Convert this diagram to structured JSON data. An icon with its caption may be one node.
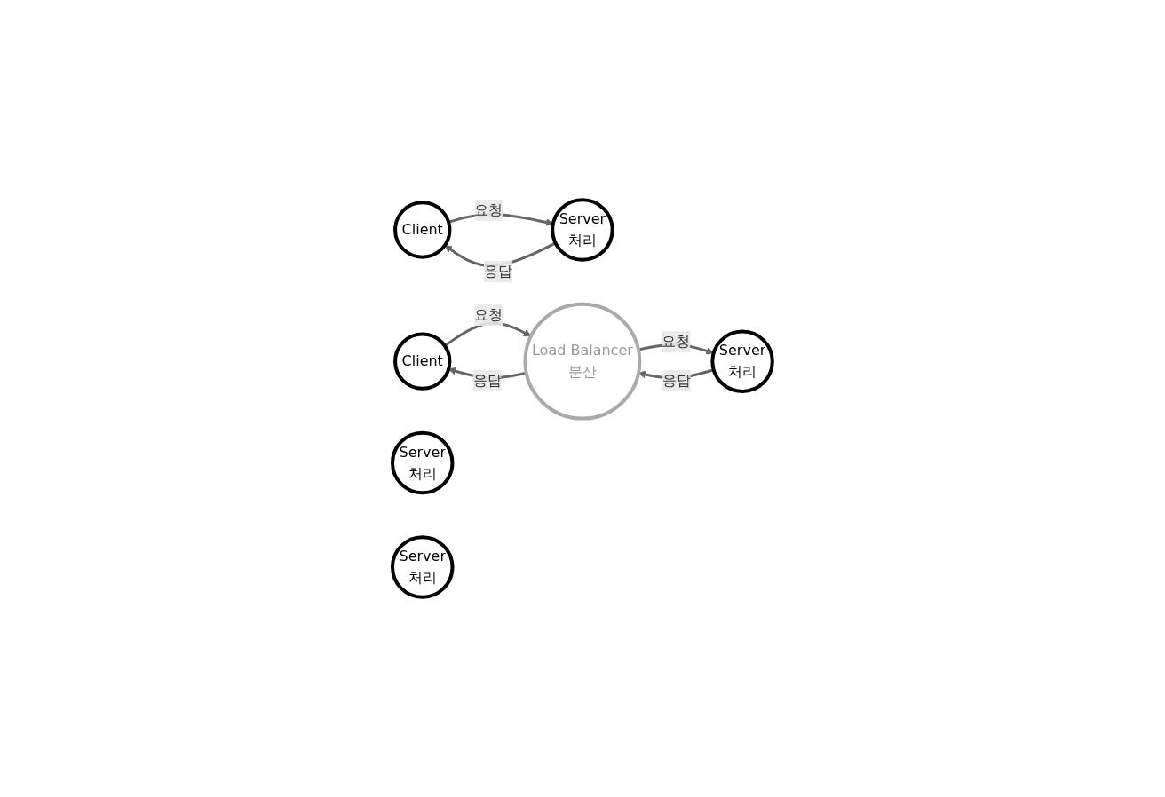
{
  "diagram": {
    "nodes": [
      {
        "text": [
          "Client"
        ]
      },
      {
        "text": [
          "Server",
          "처리"
        ]
      },
      {
        "text": [
          "Client"
        ]
      },
      {
        "text": [
          "Load Balancer",
          "분산"
        ]
      },
      {
        "text": [
          "Server",
          "처리"
        ]
      },
      {
        "text": [
          "Server",
          "처리"
        ]
      },
      {
        "text": [
          "Server",
          "처리"
        ]
      }
    ],
    "edges": [
      {
        "from": 0,
        "to": 1,
        "arrow": "to",
        "label": "요청"
      },
      {
        "from": 1,
        "to": 0,
        "arrow": "to",
        "label": "응답"
      },
      {
        "from": 2,
        "to": 3,
        "arrow": "to",
        "label": "요청"
      },
      {
        "from": 3,
        "to": 2,
        "arrow": "to",
        "label": "응답"
      },
      {
        "from": 3,
        "to": 5,
        "arrow": "to",
        "label": "요청"
      },
      {
        "from": 5,
        "to": 3,
        "arrow": "to",
        "label": "응답"
      }
    ]
  }
}
